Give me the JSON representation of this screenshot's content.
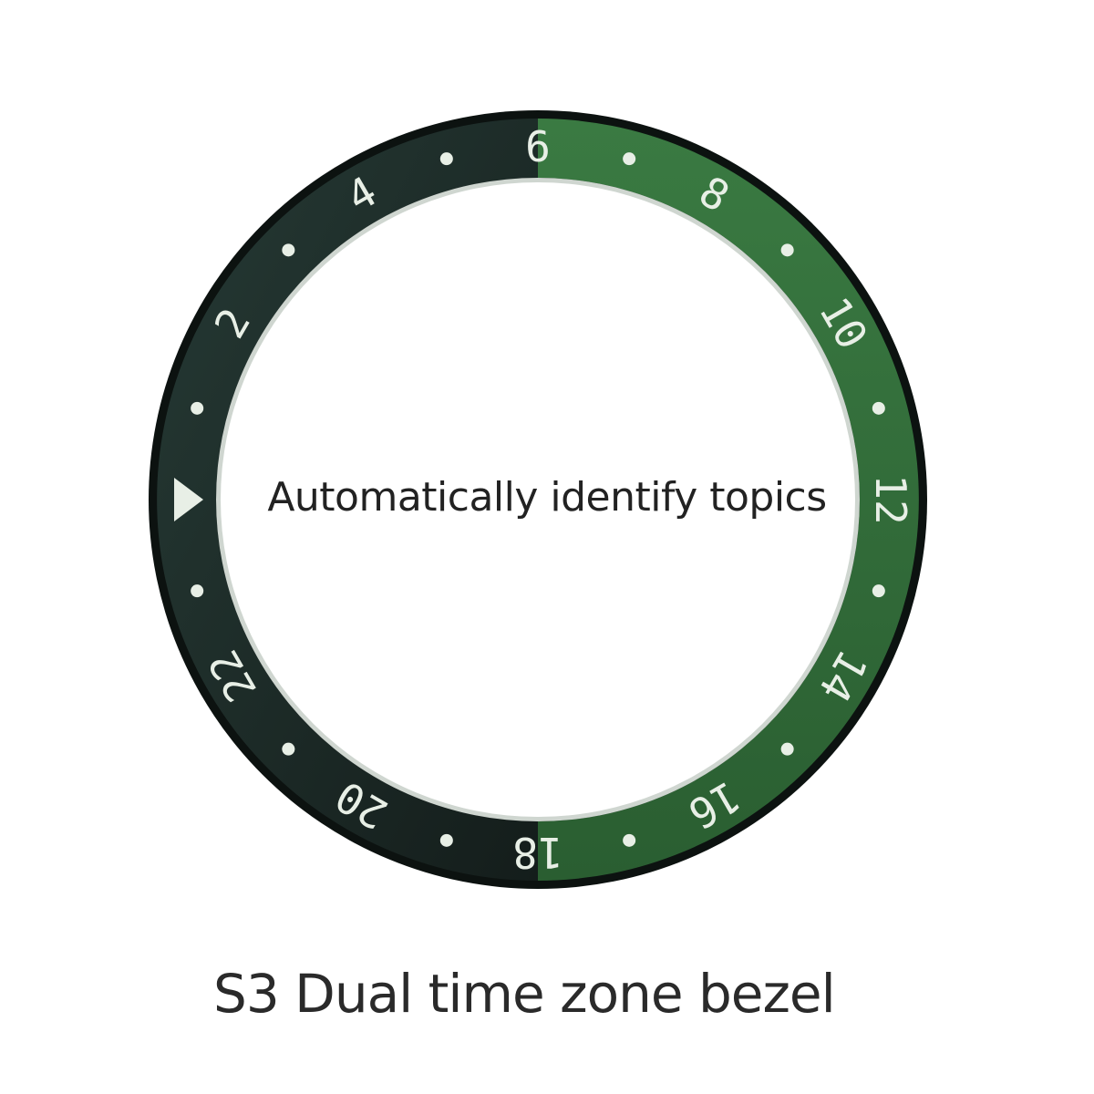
{
  "overlay": {
    "label": "Automatically identify topics"
  },
  "caption": {
    "text": "S3 Dual time zone bezel"
  },
  "bezel": {
    "numerals": [
      "2",
      "4",
      "6",
      "8",
      "10",
      "12",
      "14",
      "16",
      "18",
      "20",
      "22"
    ],
    "colors": {
      "black_half": "#1c2b28",
      "green_half": "#2f6a36",
      "markings": "#e8efe6",
      "rim": "#0c1210"
    },
    "icons": {
      "pointer": "triangle-marker-icon",
      "dot": "dot-marker-icon"
    }
  }
}
